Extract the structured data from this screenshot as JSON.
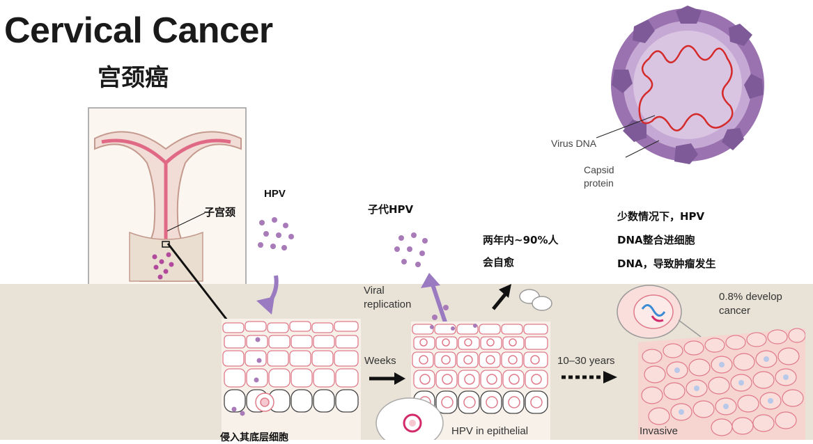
{
  "title": "Cervical Cancer",
  "subtitle": "宫颈癌",
  "labels": {
    "cervix": "子宫颈",
    "hpv": "HPV",
    "progeny_hpv": "子代HPV",
    "self_heal_line1": "两年内~90%人",
    "self_heal_line2": "会自愈",
    "integration_line1": "少数情况下，HPV",
    "integration_line2": "DNA整合进细胞",
    "integration_line3": "DNA，导致肿瘤发生",
    "virus_dna": "Virus DNA",
    "capsid_line1": "Capsid",
    "capsid_line2": "protein",
    "viral_line1": "Viral",
    "viral_line2": "replication",
    "weeks": "Weeks",
    "years": "10–30 years",
    "develop_line1": "0.8% develop",
    "develop_line2": "cancer",
    "hpv_epithelial": "HPV in epithelial",
    "invasive": "Invasive",
    "basal_infection": "侵入其底层细胞"
  },
  "colors": {
    "stroma": "#e9e2d6",
    "cell_outline": "#e07a8a",
    "virus": "#a87ab8",
    "capsid": "#9b72b0",
    "dna": "#d42a2a",
    "arrow": "#111111",
    "purple_arrow": "#9a7ac0"
  }
}
